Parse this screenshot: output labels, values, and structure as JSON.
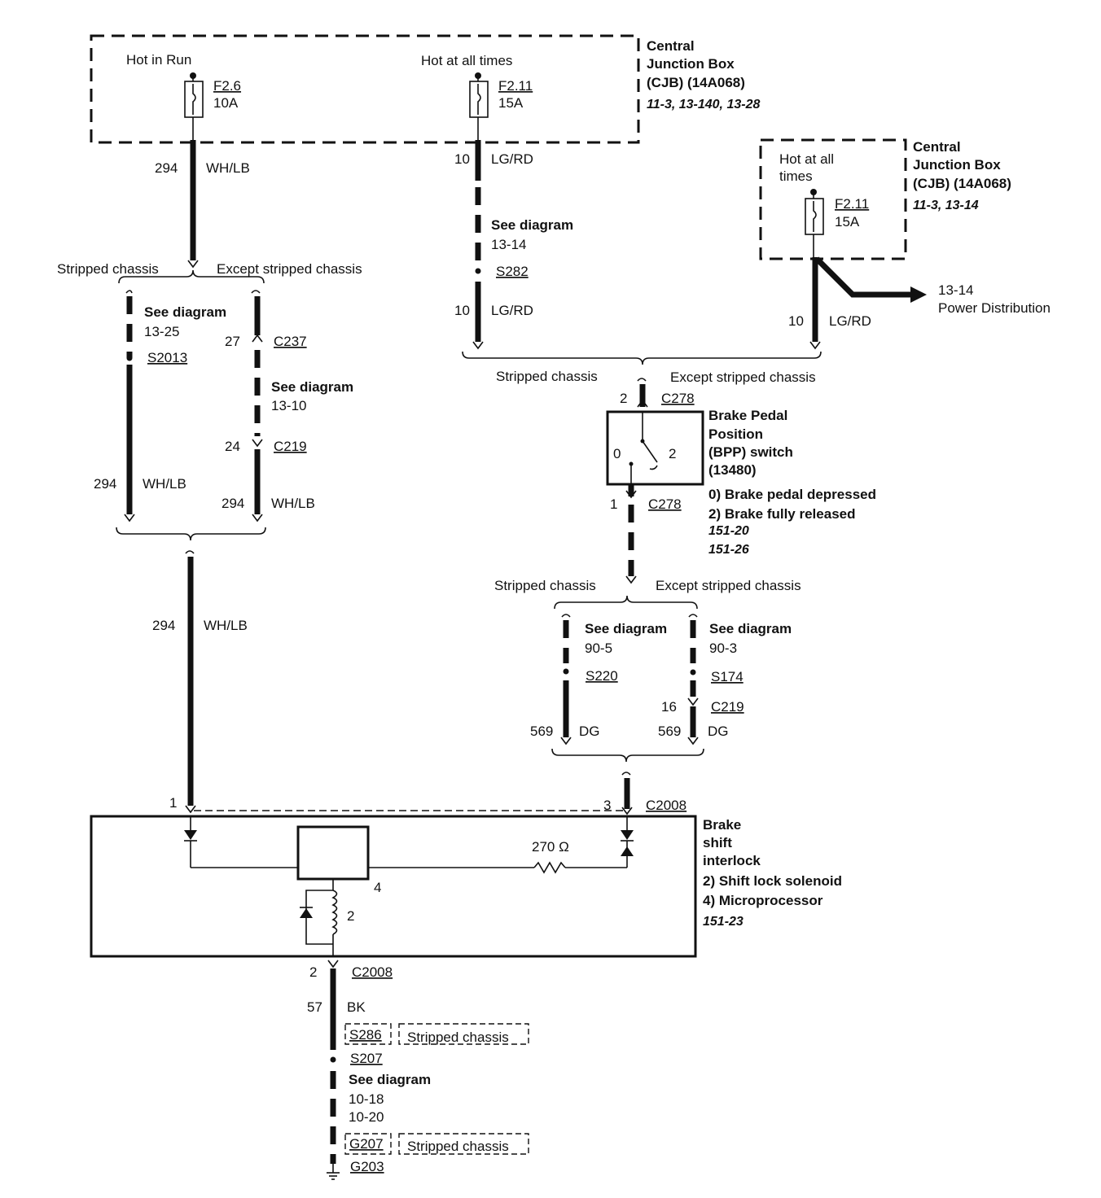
{
  "cjb1": {
    "title_l1": "Central",
    "title_l2": "Junction Box",
    "title_l3": "(CJB) (14A068)",
    "refs": "11-3, 13-140, 13-28",
    "hot_run": "Hot in Run",
    "hot_all": "Hot at all times",
    "fuse1_id": "F2.6",
    "fuse1_amp": "10A",
    "fuse2_id": "F2.11",
    "fuse2_amp": "15A"
  },
  "cjb2": {
    "title_l1": "Central",
    "title_l2": "Junction Box",
    "title_l3": "(CJB) (14A068)",
    "refs": "11-3, 13-14",
    "hot_l1": "Hot at all",
    "hot_l2": "times",
    "fuse_id": "F2.11",
    "fuse_amp": "15A",
    "power_l1": "13-14",
    "power_l2": "Power Distribution"
  },
  "wires": {
    "c294": "294",
    "wh_lb": "WH/LB",
    "c10": "10",
    "lg_rd": "LG/RD",
    "c27": "27",
    "c24": "24",
    "c569": "569",
    "dg": "DG",
    "c57": "57",
    "bk": "BK",
    "c16": "16"
  },
  "labels": {
    "stripped": "Stripped chassis",
    "except": "Except stripped chassis",
    "see_diagram": "See diagram",
    "d13_25": "13-25",
    "d13_14": "13-14",
    "d13_10": "13-10",
    "d90_5": "90-5",
    "d90_3": "90-3",
    "d10_18": "10-18",
    "d10_20": "10-20"
  },
  "connectors": {
    "s2013": "S2013",
    "c237": "C237",
    "c219": "C219",
    "s282": "S282",
    "c278": "C278",
    "s220": "S220",
    "s174": "S174",
    "c2008": "C2008",
    "s286": "S286",
    "s207": "S207",
    "g207": "G207",
    "g203": "G203"
  },
  "pins": {
    "p1": "1",
    "p2": "2",
    "p3": "3",
    "p0": "0",
    "p4": "4"
  },
  "bpp": {
    "l1": "Brake Pedal",
    "l2": "Position",
    "l3": "(BPP) switch",
    "l4": "(13480)",
    "state0": "0) Brake pedal depressed",
    "state2": "2) Brake fully released",
    "ref1": "151-20",
    "ref2": "151-26"
  },
  "interlock": {
    "l1": "Brake",
    "l2": "shift",
    "l3": "interlock",
    "item2": "2) Shift lock solenoid",
    "item4": "4) Microprocessor",
    "ref": "151-23",
    "resistor": "270 Ω"
  }
}
